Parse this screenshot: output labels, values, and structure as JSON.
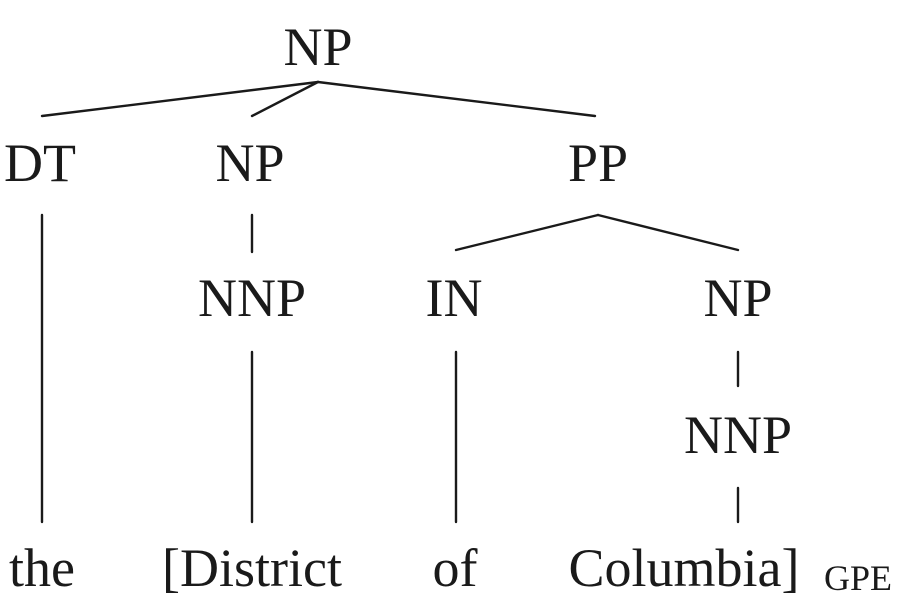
{
  "tree": {
    "nodes": {
      "np_root": "NP",
      "dt": "DT",
      "np_left": "NP",
      "pp": "PP",
      "nnp_left": "NNP",
      "in": "IN",
      "np_right": "NP",
      "nnp_right": "NNP"
    },
    "leaves": {
      "the": "the",
      "district": "[District",
      "of": "of",
      "columbia": "Columbia]"
    },
    "entity_tag": "GPE"
  }
}
